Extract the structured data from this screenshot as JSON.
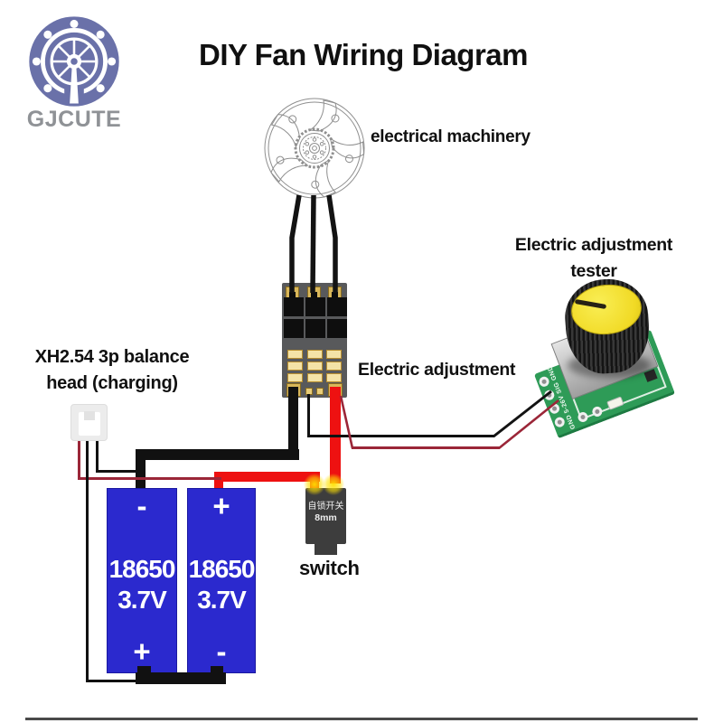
{
  "brand": {
    "name": "GJCUTE"
  },
  "title": "DIY Fan Wiring Diagram",
  "labels": {
    "motor": "electrical machinery",
    "tester_line1": "Electric adjustment",
    "tester_line2": "tester",
    "esc": "Electric adjustment",
    "balance_line1": "XH2.54 3p balance",
    "balance_line2": "head (charging)",
    "switch": "switch"
  },
  "components": {
    "switch": {
      "marking_line1": "自锁开关",
      "marking_line2": "8mm"
    },
    "tester_pcb": {
      "silkscreen": "GND 5-26V SIG GND"
    },
    "batteries": [
      {
        "model": "18650",
        "voltage": "3.7V",
        "top_terminal": "-",
        "bottom_terminal": "+"
      },
      {
        "model": "18650",
        "voltage": "3.7V",
        "top_terminal": "+",
        "bottom_terminal": "-"
      }
    ]
  },
  "colors": {
    "battery_blue": "#2b29ce",
    "wire_red": "#ee1111",
    "wire_black": "#111111",
    "wire_dark_red": "#9b2638",
    "pcb_green": "#2e9b57",
    "knob_yellow": "#f1da25",
    "logo_purple": "#6a71a9"
  }
}
